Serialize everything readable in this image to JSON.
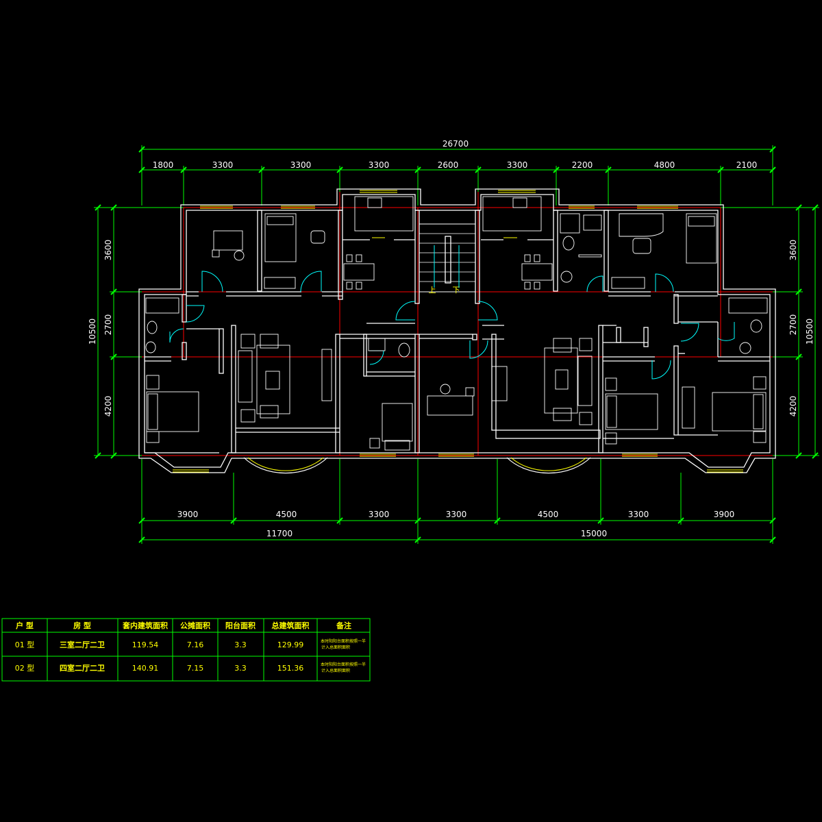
{
  "plan": {
    "overall_width": "26700",
    "top_dimensions": [
      "1800",
      "3300",
      "3300",
      "3300",
      "2600",
      "3300",
      "2200",
      "4800",
      "2100"
    ],
    "bottom_dimensions": [
      "3900",
      "4500",
      "3300",
      "3300",
      "4500",
      "3300",
      "3900"
    ],
    "bottom_totals": [
      "11700",
      "15000"
    ],
    "left_dimensions": [
      "3600",
      "2700",
      "4200"
    ],
    "left_total": "10500",
    "right_dimensions": [
      "3600",
      "2700",
      "4200"
    ],
    "right_total": "10500",
    "stair_labels": {
      "up": "上",
      "down": "下"
    }
  },
  "area_table": {
    "headers": [
      "户  型",
      "房  型",
      "套内建筑面积",
      "公摊面积",
      "阳台面积",
      "总建筑面积",
      "备注"
    ],
    "rows": [
      {
        "unit": "01  型",
        "layout": "三室二厅二卫",
        "interior": "119.54",
        "shared": "7.16",
        "balcony": "3.3",
        "total": "129.99",
        "note": [
          "本时阳阳台面积按照一半",
          "计入总面积面积"
        ]
      },
      {
        "unit": "02  型",
        "layout": "四室二厅二卫",
        "interior": "140.91",
        "shared": "7.15",
        "balcony": "3.3",
        "total": "151.36",
        "note": [
          "本时阳阳台面积按照一半",
          "计入总面积面积"
        ]
      }
    ]
  },
  "colors": {
    "background": "#000000",
    "dimension": "#00ff00",
    "wall": "#ffffff",
    "axis": "#ff0000",
    "door": "#00ffff",
    "window": "#ffff00",
    "table_text": "#ffff00"
  }
}
